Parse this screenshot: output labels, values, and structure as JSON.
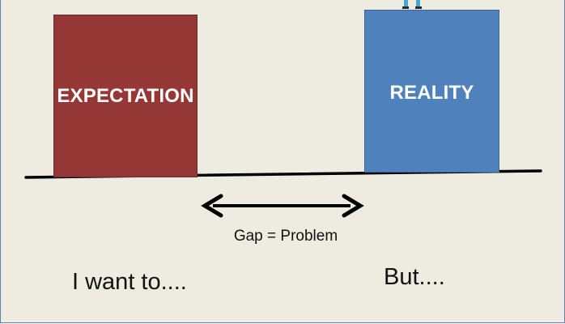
{
  "blocks": {
    "expectation": {
      "label": "EXPECTATION",
      "color": "#953735"
    },
    "reality": {
      "label": "REALITY",
      "color": "#4f81bd"
    }
  },
  "gap_label": "Gap = Problem",
  "left_caption": "I want to....",
  "right_caption": "But....",
  "colors": {
    "background": "#eeebe0",
    "ground_line": "#000000",
    "arrow": "#000000",
    "figure_hint": "#4aa3d8"
  },
  "icons": {
    "figure": "stick-figure-icon"
  }
}
